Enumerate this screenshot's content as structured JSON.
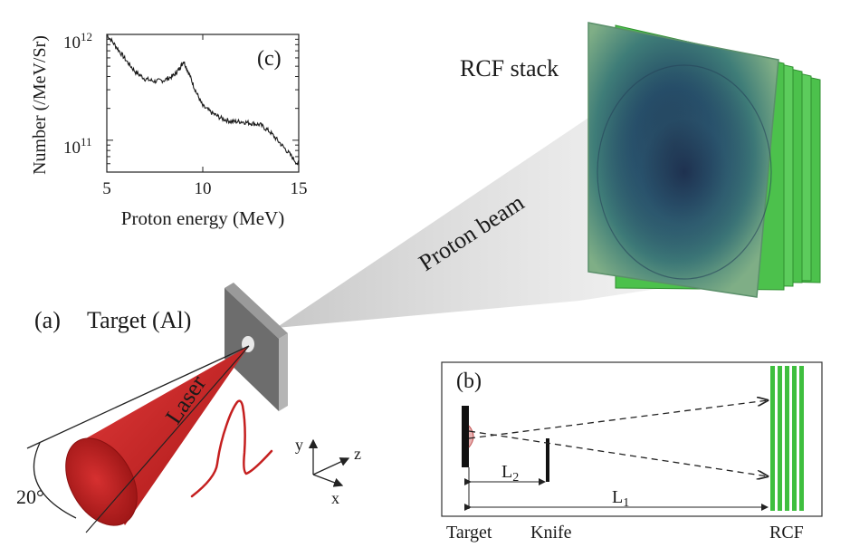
{
  "inset_c": {
    "panel_label": "(c)",
    "y_label": "Number (/MeV/Sr)",
    "x_label": "Proton energy (MeV)",
    "y_tick_12_base": "10",
    "y_tick_12_exp": "12",
    "y_tick_11_base": "10",
    "y_tick_11_exp": "11",
    "x_ticks": [
      "5",
      "10",
      "15"
    ]
  },
  "chart_data": {
    "type": "line",
    "xlabel": "Proton energy (MeV)",
    "ylabel": "Number (/MeV/Sr)",
    "y_scale": "log",
    "xlim": [
      5,
      15
    ],
    "ylim": [
      50000000000,
      1000000000000
    ],
    "series": [
      {
        "x": [
          5.0,
          5.5,
          6.0,
          6.5,
          7.0,
          7.5,
          8.0,
          8.5,
          8.8,
          9.0,
          9.3,
          9.6,
          10.0,
          10.5,
          11.0,
          11.5,
          12.0,
          12.5,
          13.0,
          13.5,
          14.0,
          14.5,
          15.0
        ],
        "y": [
          1000000000000,
          760000000000,
          570000000000,
          440000000000,
          380000000000,
          360000000000,
          370000000000,
          410000000000,
          480000000000,
          560000000000,
          420000000000,
          300000000000,
          210000000000,
          180000000000,
          160000000000,
          150000000000,
          150000000000,
          145000000000,
          140000000000,
          120000000000,
          95000000000,
          75000000000,
          58000000000
        ]
      }
    ]
  },
  "scene": {
    "rcf_stack_label": "RCF stack",
    "proton_beam_label": "Proton beam",
    "panel_a_label": "(a)",
    "target_label": "Target (Al)",
    "laser_label": "Laser",
    "angle_label": "20°",
    "axes": {
      "y": "y",
      "z": "z",
      "x": "x"
    }
  },
  "inset_b": {
    "panel_label": "(b)",
    "l2_base": "L",
    "l2_sub": "2",
    "l1_base": "L",
    "l1_sub": "1",
    "target_label": "Target",
    "knife_label": "Knife",
    "rcf_label": "RCF"
  },
  "colors": {
    "laser": "#cc2222",
    "rcf_edge": "#3fbf3f",
    "rcf_face": "#3a7e78",
    "rcf_center": "#1b2c48",
    "target_plate": "#6d6d6d"
  }
}
